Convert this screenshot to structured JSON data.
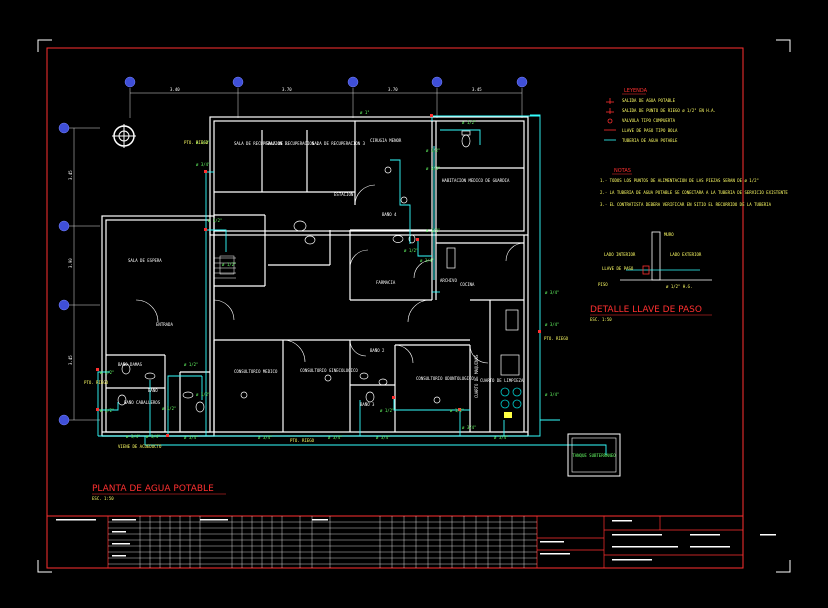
{
  "drawing": {
    "title": "PLANTA DE AGUA POTABLE",
    "scale": "ESC. 1:50",
    "detail_title": "DETALLE LLAVE DE PASO",
    "detail_scale": "ESC. 1:50"
  },
  "legend": {
    "title": "LEYENDA",
    "items": [
      "SALIDA DE AGUA POTABLE",
      "SALIDA DE PUNTO DE RIEGO ø 1/2\" EN H.A.",
      "VALVULA TIPO COMPUERTA",
      "LLAVE DE PASO TIPO BOLA",
      "TUBERIA DE AGUA POTABLE"
    ]
  },
  "notes": {
    "title": "NOTAS",
    "items": [
      "1.- TODOS LOS PUNTOS DE ALIMENTACION DE LAS PIEZAS SERAN DE ø 1/2\"",
      "2.- LA TUBERIA DE AGUA POTABLE SE CONECTARA A LA TUBERIA DE SERVICIO EXISTENTE",
      "3.- EL CONTRATISTA DEBERA VERIFICAR EN SITIO EL RECORRIDO DE LA TUBERIA"
    ]
  },
  "detail_labels": {
    "interior": "LADO INTERIOR",
    "exterior": "LADO EXTERIOR",
    "valve": "LLAVE DE PASO",
    "wall": "MURO",
    "floor": "PISO",
    "pipe": "ø 1/2\" H.G."
  },
  "rooms": [
    "SALA DE RECUPERACION 1",
    "SALA DE RECUPERACION 2",
    "SALA DE RECUPERACION 3",
    "CIRUGIA MENOR",
    "ESTACION",
    "BAÑO 4",
    "FARMACIA",
    "ARCHIVO",
    "COCINA",
    "HABITACION MEDICO DE GUARDIA",
    "SALA DE ESPERA",
    "ENTRADA",
    "BAÑO DAMAS",
    "BAÑO",
    "BAÑO CABALLEROS",
    "CONSULTORIO MEDICO",
    "CONSULTORIO GINECOLOGICO",
    "BAÑO 2",
    "BAÑO 3",
    "CONSULTORIO ODONTOLOGICO",
    "CUARTO DE LIMPIEZA",
    "CUARTO DE MAQUINAS",
    "TANQUE SUBTERRANEO"
  ],
  "axis_labels": {
    "top": [
      "3.40",
      "3.70",
      "3.70",
      "3.45"
    ],
    "left": [
      "3.45",
      "3.90",
      "3.45"
    ]
  },
  "pipe_labels": [
    "ø 1/2\"",
    "ø 3/4\"",
    "ø 1\"",
    "PTO. RIEGO",
    "VIENE DE ACUEDUCTO"
  ],
  "title_block": {
    "note": "title block cells rendered as illegible small text"
  },
  "colors": {
    "background": "#000000",
    "frame": "#ff3030",
    "walls": "#ffffff",
    "pipe": "#33ffff",
    "text_green": "#66ff66",
    "text_yellow": "#ffff66",
    "title_red": "#ff3030",
    "axis_bubble": "#3f4fd8",
    "fixture_blue": "#00cccc"
  }
}
